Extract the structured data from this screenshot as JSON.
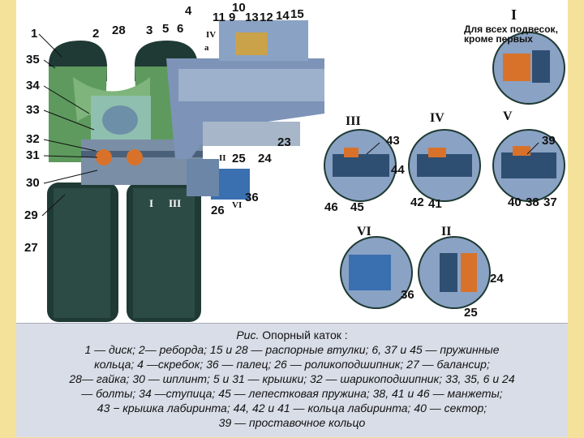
{
  "drawing": {
    "part_labels": [
      "1",
      "2",
      "28",
      "3",
      "5",
      "6",
      "4",
      "11",
      "9",
      "10",
      "13",
      "12",
      "14",
      "15",
      "35",
      "34",
      "33",
      "32",
      "31",
      "30",
      "29",
      "27",
      "23",
      "25",
      "24",
      "26",
      "36",
      "43",
      "44",
      "45",
      "46",
      "42",
      "41",
      "40",
      "38",
      "37",
      "39",
      "24",
      "25",
      "36"
    ],
    "part_label_names": {
      "l1": "1",
      "l2": "2",
      "l28": "28",
      "l3": "3",
      "l5": "5",
      "l6": "6",
      "l4": "4",
      "l11": "11",
      "l9": "9",
      "l10": "10",
      "l13": "13",
      "l12": "12",
      "l14": "14",
      "l15": "15",
      "l35": "35",
      "l34": "34",
      "l33": "33",
      "l32": "32",
      "l31": "31",
      "l30": "30",
      "l29": "29",
      "l27": "27",
      "l23": "23",
      "l25": "25",
      "l24": "24",
      "l26": "26",
      "l36": "36",
      "d43": "43",
      "d44": "44",
      "d45": "45",
      "d46": "46",
      "d42": "42",
      "d41": "41",
      "d40": "40",
      "d38": "38",
      "d37": "37",
      "d39": "39",
      "d24": "24",
      "d25": "25",
      "d36": "36"
    },
    "detail_marks": {
      "I": "I",
      "II": "II",
      "III": "III",
      "IV": "IV",
      "V": "V",
      "VI": "VI",
      "a": "а",
      "main_I": "I",
      "main_III": "III",
      "main_II": "II",
      "main_IV": "IV",
      "main_VI": "VI"
    },
    "note_line1": "Для всех подвесок,",
    "note_line2": "кроме первых"
  },
  "caption": {
    "line1_prefix": "Рис.",
    "line1": "Опорный каток :",
    "line2": "1 — диск; 2— реборда; 15 и 28 — распорные втулки; 6, 37 и 45 — пружинные",
    "line3": "кольца; 4 —скребок; 36 — палец; 26 — роликоподшипник; 27 — балансир;",
    "line4": "28— гайка; 30 — шплинт; 5 и 31 — крышки; 32 — шарикоподшипник; 33, 35, 6 и 24",
    "line5": "— болты; 34 —ступица; 45 — лепестковая пружина; 38, 41 и 46 — манжеты;",
    "line6": "43 − крышка лабиринта; 44, 42 и 41 — кольца лабиринта; 40 — сектор;",
    "line7": "39 — проставочное кольцо"
  },
  "colors": {
    "frame": "#f4e19a",
    "caption_bg": "#d9dde7",
    "tire": "#1f3a34",
    "hub": "#6aa06a",
    "steel": "#6f8fb0",
    "bearing": "#d8722a",
    "housing": "#7d93b8"
  }
}
